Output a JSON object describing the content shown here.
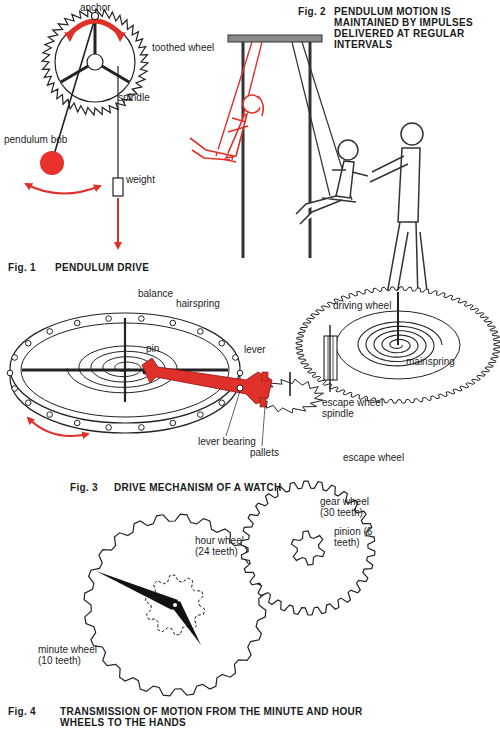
{
  "diagram": {
    "nodes": [
      {
        "text": [
          "hour wheel (24 teeth)"
        ]
      },
      {
        "text": [
          "gear wheel (30 teeth)"
        ]
      },
      {
        "text": [
          "pinion (6 teeth)"
        ],
        "in": 1
      }
    ],
    "labels": [
      "anchor",
      "toothed wheel",
      "spindle",
      "pendulum bob",
      "weight",
      "Fig. 1",
      "PENDULUM DRIVE",
      "Fig. 2",
      "PENDULUM MOTION IS MAINTAINED BY IMPULSES DELIVERED AT REGULAR INTERVALS",
      "balance",
      "hairspring",
      "pin",
      "lever",
      "driving wheel",
      "mainspring",
      "escape wheel spindle",
      "lever bearing",
      "pallets",
      "escape wheel",
      "Fig. 3",
      "DRIVE MECHANISM OF A WATCH",
      "minute wheel (10 teeth)",
      "Fig. 4",
      "TRANSMISSION OF MOTION FROM THE MINUTE AND HOUR WHEELS TO THE HANDS"
    ]
  }
}
